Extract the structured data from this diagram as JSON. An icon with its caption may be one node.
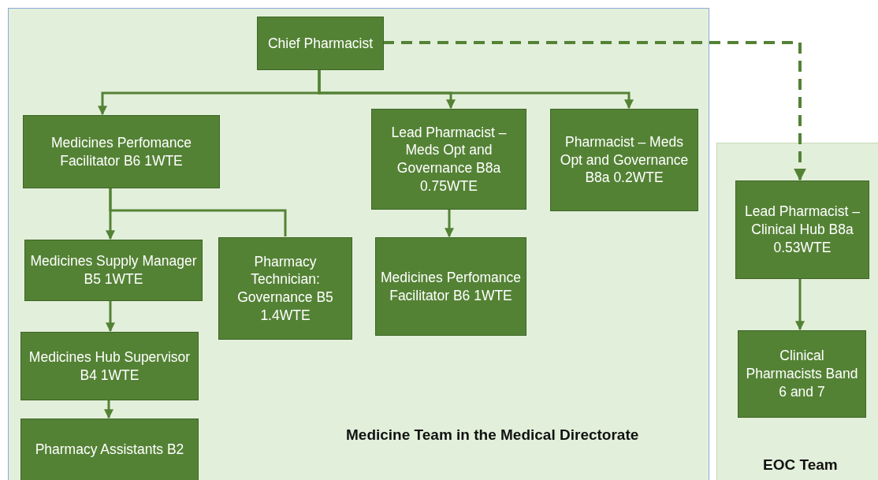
{
  "diagram": {
    "nodes": [
      {
        "text": [
          "Medicine Team in the Medical Directorate"
        ]
      },
      {
        "text": [
          "EOC Team"
        ]
      },
      {
        "text": [
          "Chief Pharmacist"
        ],
        "in": 0
      },
      {
        "text": [
          "Medicines Perfomance Facilitator B6 1WTE"
        ],
        "in": 0
      },
      {
        "text": [
          "Lead Pharmacist – Meds Opt and Governance B8a 0.75WTE"
        ],
        "in": 0
      },
      {
        "text": [
          "Pharmacist – Meds Opt and Governance B8a 0.2WTE"
        ],
        "in": 0
      },
      {
        "text": [
          "Medicines Supply Manager B5 1WTE"
        ],
        "in": 0
      },
      {
        "text": [
          "Pharmacy Technician: Governance B5 1.4WTE"
        ],
        "in": 0
      },
      {
        "text": [
          "Medicines Hub Supervisor B4 1WTE"
        ],
        "in": 0
      },
      {
        "text": [
          "Pharmacy Assistants B2"
        ],
        "in": 0
      },
      {
        "text": [
          "Medicines Perfomance Facilitator B6 1WTE"
        ],
        "in": 0
      },
      {
        "text": [
          "Lead Pharmacist – Clinical Hub B8a 0.53WTE"
        ],
        "in": 1
      },
      {
        "text": [
          "Clinical Pharmacists Band 6 and 7"
        ],
        "in": 1
      }
    ],
    "edges": [
      {
        "from": 2,
        "to": 3,
        "arrow": "to"
      },
      {
        "from": 2,
        "to": 4,
        "arrow": "to"
      },
      {
        "from": 2,
        "to": 5,
        "arrow": "to"
      },
      {
        "from": 2,
        "to": 11,
        "arrow": "to",
        "style": "dashed"
      },
      {
        "from": 3,
        "to": 6,
        "arrow": "to"
      },
      {
        "from": 3,
        "to": 7,
        "arrow": "none"
      },
      {
        "from": 4,
        "to": 10,
        "arrow": "to"
      },
      {
        "from": 6,
        "to": 8,
        "arrow": "to"
      },
      {
        "from": 8,
        "to": 9,
        "arrow": "to"
      },
      {
        "from": 11,
        "to": 12,
        "arrow": "to"
      }
    ]
  }
}
